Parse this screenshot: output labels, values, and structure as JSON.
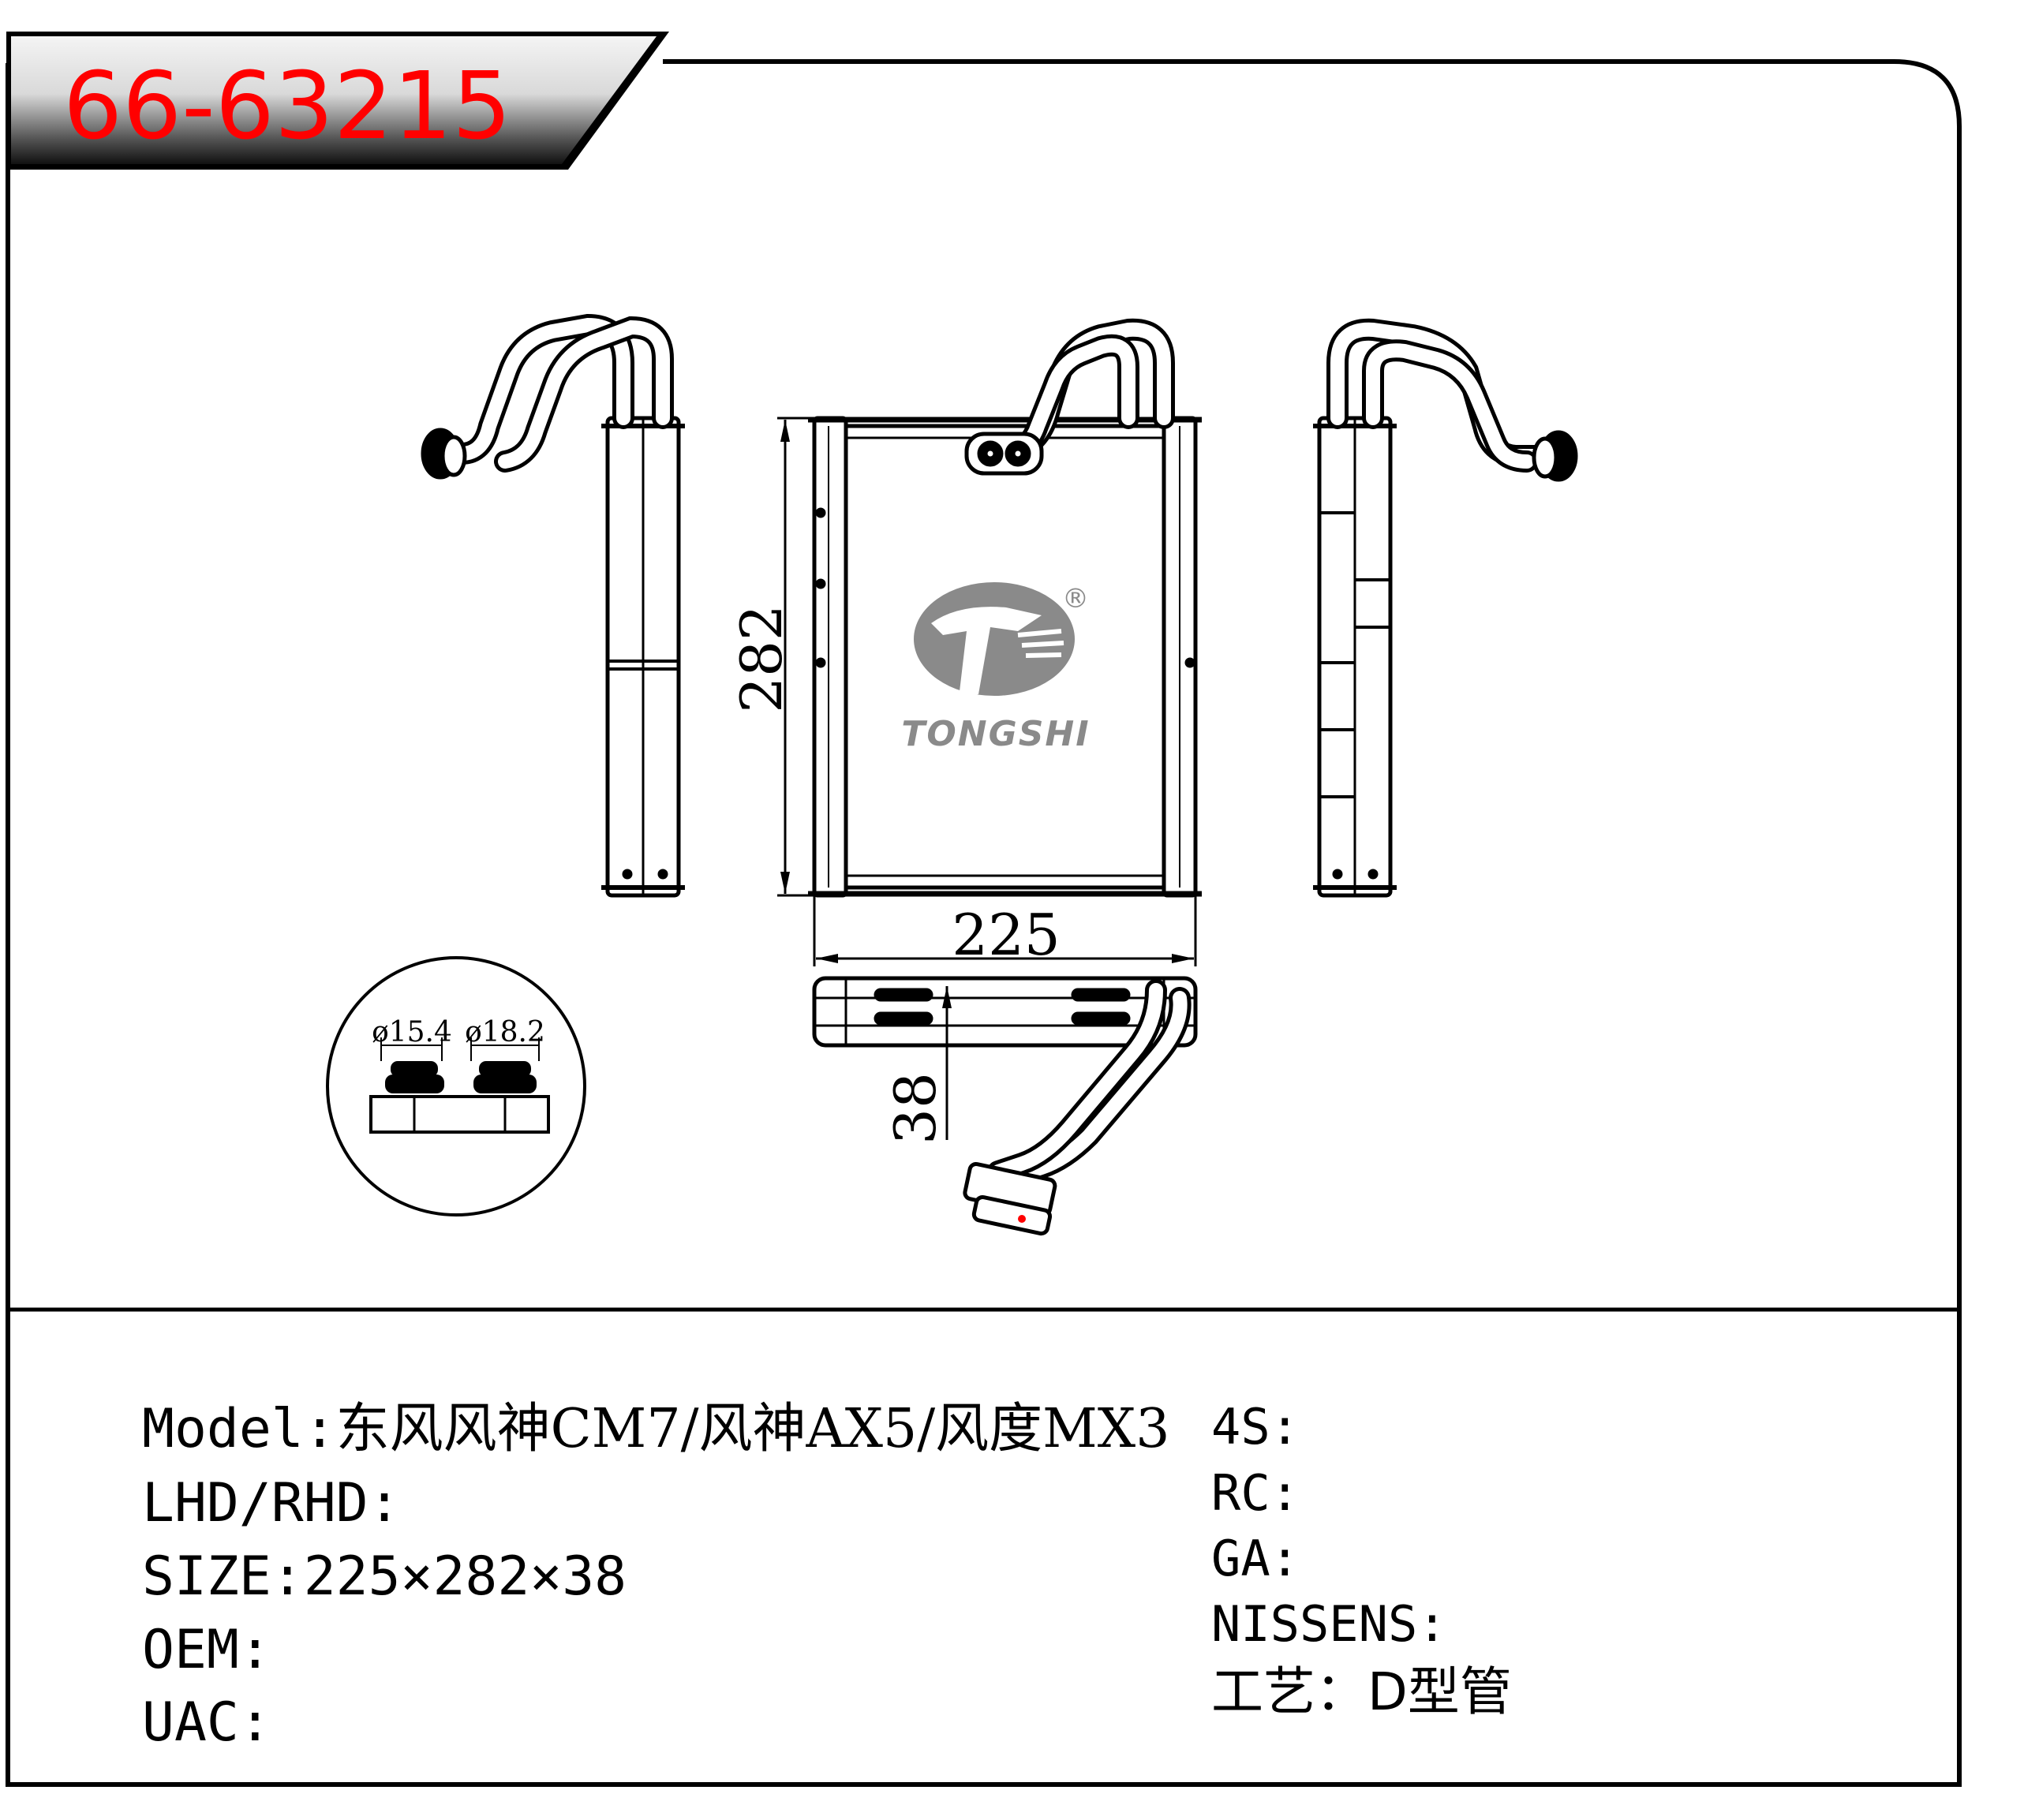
{
  "part_number": "66-63215",
  "logo": {
    "brand": "TONGSHI",
    "registered_mark": "®"
  },
  "dimensions": {
    "height": "282",
    "width": "225",
    "depth": "38",
    "pipe_diameter_1": "ø15.4",
    "pipe_diameter_2": "ø18.2"
  },
  "specs_left": [
    {
      "label": "Model",
      "separator": ":",
      "value": "东风风神CM7/风神AX5/风度MX3"
    },
    {
      "label": "LHD/RHD",
      "separator": ":",
      "value": ""
    },
    {
      "label": "SIZE",
      "separator": ":",
      "value": "225×282×38"
    },
    {
      "label": "OEM",
      "separator": ":",
      "value": ""
    },
    {
      "label": "UAC",
      "separator": ":",
      "value": ""
    }
  ],
  "specs_right": [
    {
      "label": "4S",
      "separator": ":",
      "value": ""
    },
    {
      "label": "RC",
      "separator": ":",
      "value": ""
    },
    {
      "label": "GA",
      "separator": ":",
      "value": ""
    },
    {
      "label": "NISSENS",
      "separator": ":",
      "value": ""
    },
    {
      "label": "工艺",
      "separator": "：",
      "value": "D型管"
    }
  ],
  "colors": {
    "part_number": "#ff0000",
    "line": "#000000",
    "logo": "#8a8a8a",
    "banner_dark": "#1a1a1a",
    "banner_light": "#f2f2f2"
  }
}
